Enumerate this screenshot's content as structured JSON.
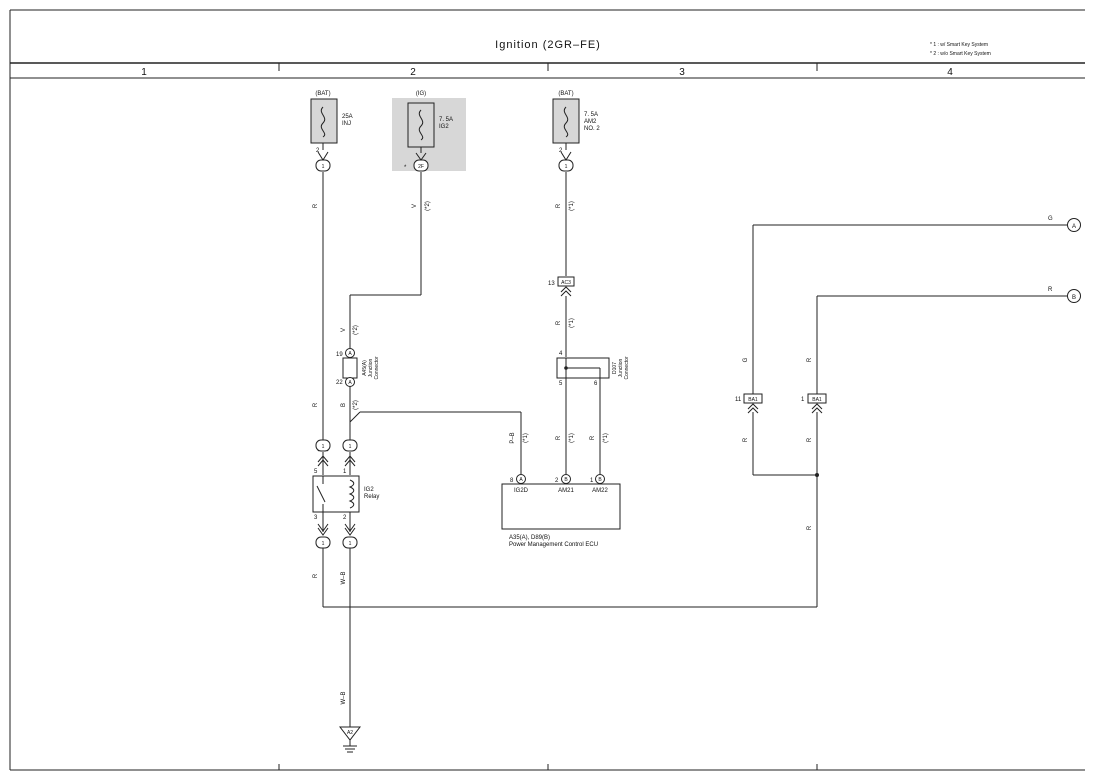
{
  "title": "Ignition (2GR–FE)",
  "notes": [
    "* 1 : w/ Smart Key System",
    "* 2 : w/o Smart Key System"
  ],
  "columns": [
    "1",
    "2",
    "3",
    "4"
  ],
  "fuses": [
    {
      "source": "(BAT)",
      "rating": "25A",
      "name": "INJ",
      "pin": "2",
      "connector": "1"
    },
    {
      "source": "(IG)",
      "rating": "7. 5A",
      "name": "IG2",
      "pin": "",
      "connector": "2F",
      "marker": "*"
    },
    {
      "source": "(BAT)",
      "rating": "7. 5A",
      "name": "AM2",
      "name2": "NO. 2",
      "pin": "2",
      "connector": "1"
    }
  ],
  "wire_colors": {
    "r": "R",
    "v": "V",
    "b": "B",
    "g": "G",
    "pb": "P–B",
    "wb": "W–B",
    "note1": "(*1)",
    "note2": "(*2)"
  },
  "relay": {
    "name": "IG2",
    "name2": "Relay",
    "pins": [
      "5",
      "1",
      "3",
      "2"
    ],
    "connectors": [
      "1",
      "1",
      "1",
      "1"
    ]
  },
  "junction_a": {
    "pin_top": "19",
    "pin_bottom": "22",
    "letter": "A",
    "code": "A45(A)",
    "label1": "Junction",
    "label2": "Connector"
  },
  "junction_d": {
    "pin_top": "4",
    "pin_l": "5",
    "pin_r": "6",
    "code": "D107",
    "label1": "Junction",
    "label2": "Connector"
  },
  "connector_ac3": {
    "pin": "13",
    "name": "AC3"
  },
  "ecu": {
    "terminals": [
      {
        "pin": "8",
        "letter": "A",
        "name": "IG2D"
      },
      {
        "pin": "2",
        "letter": "B",
        "name": "AM21"
      },
      {
        "pin": "1",
        "letter": "B",
        "name": "AM22"
      }
    ],
    "code": "A35(A), D89(B)",
    "name": "Power Management Control ECU"
  },
  "ba1": [
    {
      "pin": "11",
      "name": "BA1"
    },
    {
      "pin": "1",
      "name": "BA1"
    }
  ],
  "offpage": [
    {
      "letter": "A",
      "color": "G"
    },
    {
      "letter": "B",
      "color": "R"
    }
  ],
  "ground": {
    "name": "A2"
  }
}
